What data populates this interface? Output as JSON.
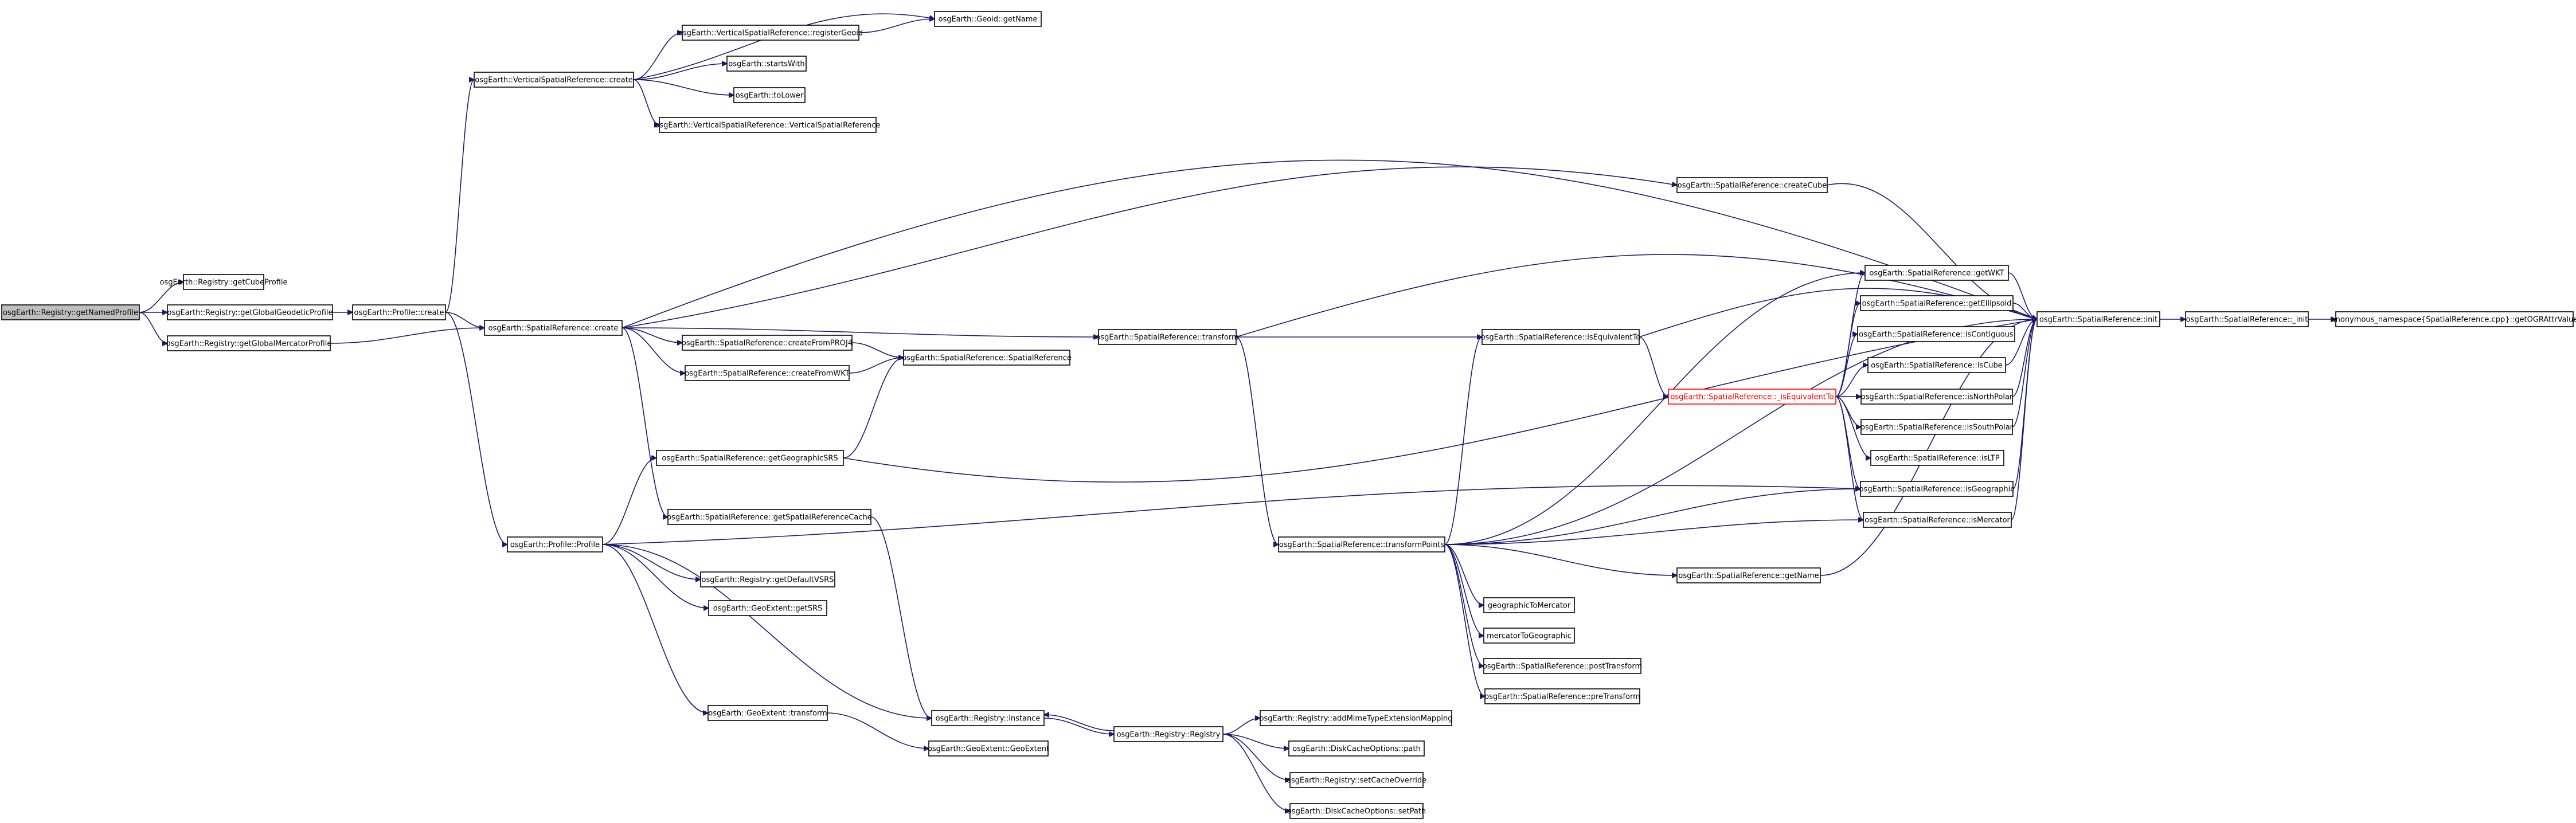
{
  "nodes": {
    "getNamedProfile": "osgEarth::Registry::getNamedProfile",
    "getCubeProfile": "osgEarth::Registry::getCubeProfile",
    "getGlobalGeodeticProfile": "osgEarth::Registry::getGlobalGeodeticProfile",
    "getGlobalMercatorProfile": "osgEarth::Registry::getGlobalMercatorProfile",
    "profileCreate": "osgEarth::Profile::create",
    "vsrCreate": "osgEarth::VerticalSpatialReference::create",
    "registerGeoid": "osgEarth::VerticalSpatialReference::registerGeoid",
    "geoidGetName": "osgEarth::Geoid::getName",
    "startsWith": "osgEarth::startsWith",
    "toLower": "osgEarth::toLower",
    "vsrCtor": "osgEarth::VerticalSpatialReference::VerticalSpatialReference",
    "srCreate": "osgEarth::SpatialReference::create",
    "createCube": "osgEarth::SpatialReference::createCube",
    "createFromPROJ4": "osgEarth::SpatialReference::createFromPROJ4",
    "createFromWKT": "osgEarth::SpatialReference::createFromWKT",
    "srCtor": "osgEarth::SpatialReference::SpatialReference",
    "transform": "osgEarth::SpatialReference::transform",
    "isEquivalentTo": "osgEarth::SpatialReference::isEquivalentTo",
    "_isEquivalentTo": "osgEarth::SpatialReference::_isEquivalentTo",
    "getWKT": "osgEarth::SpatialReference::getWKT",
    "getEllipsoid": "osgEarth::SpatialReference::getEllipsoid",
    "isContiguous": "osgEarth::SpatialReference::isContiguous",
    "isCube": "osgEarth::SpatialReference::isCube",
    "isNorthPolar": "osgEarth::SpatialReference::isNorthPolar",
    "isSouthPolar": "osgEarth::SpatialReference::isSouthPolar",
    "isLTP": "osgEarth::SpatialReference::isLTP",
    "isGeographic": "osgEarth::SpatialReference::isGeographic",
    "isMercator": "osgEarth::SpatialReference::isMercator",
    "init": "osgEarth::SpatialReference::init",
    "_init": "osgEarth::SpatialReference::_init",
    "getOGRAttrValue": "anonymous_namespace{SpatialReference.cpp}::getOGRAttrValue",
    "getGeographicSRS": "osgEarth::SpatialReference::getGeographicSRS",
    "getSpatialReferenceCache": "osgEarth::SpatialReference::getSpatialReferenceCache",
    "profileCtor": "osgEarth::Profile::Profile",
    "getDefaultVSRS": "osgEarth::Registry::getDefaultVSRS",
    "geGetSRS": "osgEarth::GeoExtent::getSRS",
    "geTransform": "osgEarth::GeoExtent::transform",
    "geCtor": "osgEarth::GeoExtent::GeoExtent",
    "transformPoints": "osgEarth::SpatialReference::transformPoints",
    "srGetName": "osgEarth::SpatialReference::getName",
    "geographicToMercator": "geographicToMercator",
    "mercatorToGeographic": "mercatorToGeographic",
    "postTransform": "osgEarth::SpatialReference::postTransform",
    "preTransform": "osgEarth::SpatialReference::preTransform",
    "registryInstance": "osgEarth::Registry::instance",
    "registryCtor": "osgEarth::Registry::Registry",
    "addMimeType": "osgEarth::Registry::addMimeTypeExtensionMapping",
    "dcoPath": "osgEarth::DiskCacheOptions::path",
    "setCacheOverride": "osgEarth::Registry::setCacheOverride",
    "dcoSetPath": "osgEarth::DiskCacheOptions::setPath"
  },
  "colors": {
    "edge": "#191970",
    "root_fill": "#bfbfbf",
    "highlight_border": "#ff0000"
  }
}
